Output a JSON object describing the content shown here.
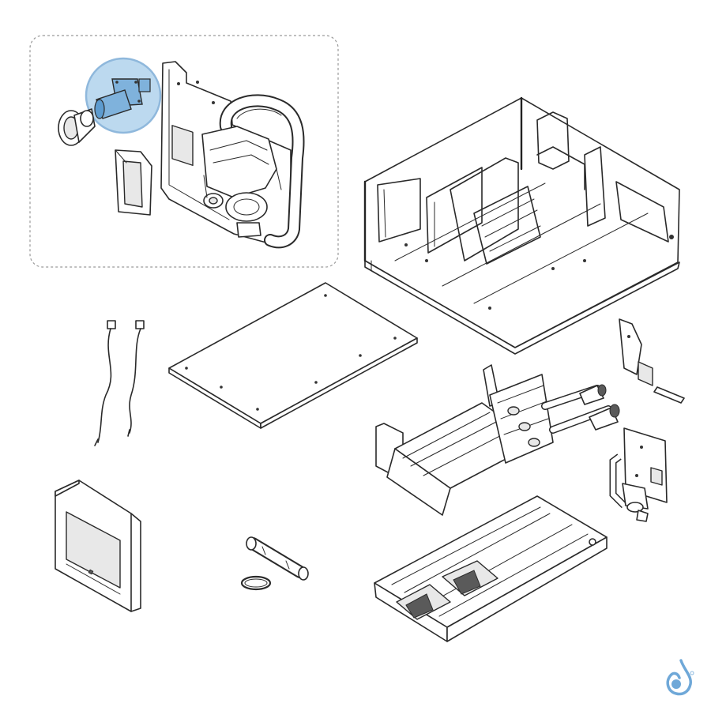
{
  "diagram": {
    "kind": "exploded-parts-view",
    "highlight_color": "#bcd9ef",
    "highlight_stroke": "#8fb8dc",
    "line_color": "#2a2a2a",
    "logo_color": "#6fa8d8",
    "parts": [
      {
        "id": "condensate-pump-assembly",
        "icon": "pump-icon"
      },
      {
        "id": "pump-inlet-connector",
        "icon": "connector-icon"
      },
      {
        "id": "pump-float-switch",
        "icon": "switch-icon"
      },
      {
        "id": "unit-chassis",
        "icon": "chassis-icon"
      },
      {
        "id": "access-panel",
        "icon": "panel-icon"
      },
      {
        "id": "sensor-cables",
        "icon": "cable-icon"
      },
      {
        "id": "wall-controller",
        "icon": "controller-icon"
      },
      {
        "id": "drain-hose-with-clamp",
        "icon": "hose-icon"
      },
      {
        "id": "heat-exchanger-coil",
        "icon": "coil-icon"
      },
      {
        "id": "control-bracket",
        "icon": "bracket-icon"
      },
      {
        "id": "control-board-and-pump",
        "icon": "board-icon"
      },
      {
        "id": "drain-pan",
        "icon": "drain-pan-icon"
      }
    ]
  }
}
